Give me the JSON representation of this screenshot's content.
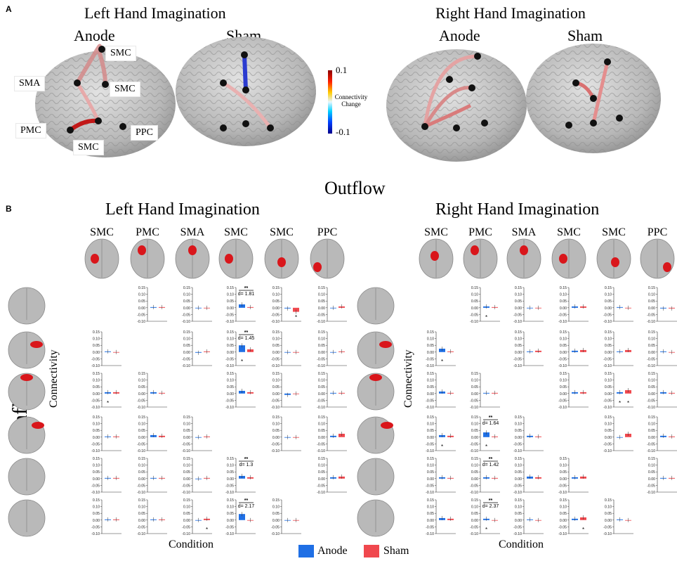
{
  "panelA": {
    "letter": "A",
    "left_title": "Left Hand Imagination",
    "right_title": "Right Hand Imagination",
    "anode_label": "Anode",
    "sham_label": "Sham",
    "regions": {
      "smc_top": "SMC",
      "sma": "SMA",
      "smc_mid": "SMC",
      "pmc": "PMC",
      "ppc": "PPC",
      "smc_bottom": "SMC"
    },
    "colorbar": {
      "max": "0.1",
      "min": "-0.1",
      "label_line1": "Connectivity",
      "label_line2": "Change"
    }
  },
  "panelB": {
    "letter": "B",
    "outflow": "Outflow",
    "inflow": "Inflow",
    "left_title": "Left Hand Imagination",
    "right_title": "Right Hand Imagination",
    "columns": [
      "SMC",
      "PMC",
      "SMA",
      "SMC",
      "SMC",
      "PPC"
    ],
    "ylabel": "Connectivity",
    "xlabel": "Condition",
    "legend": {
      "anode": "Anode",
      "sham": "Sham"
    }
  },
  "colors": {
    "anode": "#1f6fe5",
    "sham": "#f0484e",
    "brain": "#b9b9b9",
    "roi": "#d9161b"
  },
  "chart_data": [
    {
      "type": "bar",
      "title": "Left Hand Imagination",
      "xlabel": "Condition",
      "ylabel": "Connectivity",
      "ylim": [
        -0.1,
        0.15
      ],
      "yticks": [
        "0.15",
        "0.10",
        "0.05",
        "0.00",
        "-0.05",
        "-0.10"
      ],
      "categories": [
        "Anode",
        "Sham"
      ],
      "cells": [
        {
          "row": 0,
          "col": 1,
          "anode": 0.005,
          "sham": 0.005
        },
        {
          "row": 0,
          "col": 2,
          "anode": 0.0,
          "sham": 0.0
        },
        {
          "row": 0,
          "col": 3,
          "anode": 0.025,
          "sham": 0.005,
          "sig": "**",
          "d": "d= 1.81"
        },
        {
          "row": 0,
          "col": 4,
          "anode": -0.005,
          "sham": -0.03,
          "star": "sham"
        },
        {
          "row": 0,
          "col": 5,
          "anode": 0.0,
          "sham": 0.01
        },
        {
          "row": 1,
          "col": 0,
          "anode": 0.005,
          "sham": 0.0
        },
        {
          "row": 1,
          "col": 3,
          "anode": 0.05,
          "sham": 0.02,
          "sig": "**",
          "d": "d= 1.45",
          "star": "anode"
        },
        {
          "row": 1,
          "col": 2,
          "anode": -0.005,
          "sham": 0.005
        },
        {
          "row": 1,
          "col": 4,
          "anode": 0.0,
          "sham": 0.0
        },
        {
          "row": 1,
          "col": 5,
          "anode": 0.0,
          "sham": 0.005
        },
        {
          "row": 2,
          "col": 0,
          "anode": 0.01,
          "sham": 0.01,
          "star": "anode"
        },
        {
          "row": 2,
          "col": 1,
          "anode": 0.01,
          "sham": 0.005
        },
        {
          "row": 2,
          "col": 3,
          "anode": 0.02,
          "sham": 0.01
        },
        {
          "row": 2,
          "col": 4,
          "anode": -0.01,
          "sham": 0.0
        },
        {
          "row": 2,
          "col": 5,
          "anode": 0.005,
          "sham": 0.005
        },
        {
          "row": 3,
          "col": 0,
          "anode": 0.005,
          "sham": 0.005
        },
        {
          "row": 3,
          "col": 1,
          "anode": 0.015,
          "sham": 0.01
        },
        {
          "row": 3,
          "col": 2,
          "anode": 0.0,
          "sham": 0.005
        },
        {
          "row": 3,
          "col": 4,
          "anode": 0.0,
          "sham": 0.0
        },
        {
          "row": 3,
          "col": 5,
          "anode": 0.01,
          "sham": 0.025
        },
        {
          "row": 4,
          "col": 0,
          "anode": 0.005,
          "sham": 0.005
        },
        {
          "row": 4,
          "col": 1,
          "anode": 0.005,
          "sham": 0.005
        },
        {
          "row": 4,
          "col": 2,
          "anode": 0.0,
          "sham": 0.005
        },
        {
          "row": 4,
          "col": 3,
          "anode": 0.02,
          "sham": 0.01,
          "sig": "**",
          "d": "d= 1.3"
        },
        {
          "row": 4,
          "col": 5,
          "anode": 0.01,
          "sham": 0.015
        },
        {
          "row": 5,
          "col": 0,
          "anode": 0.005,
          "sham": 0.005
        },
        {
          "row": 5,
          "col": 1,
          "anode": 0.005,
          "sham": 0.005
        },
        {
          "row": 5,
          "col": 2,
          "anode": 0.0,
          "sham": 0.01,
          "star": "sham"
        },
        {
          "row": 5,
          "col": 3,
          "anode": 0.045,
          "sham": 0.0,
          "sig": "**",
          "d": "d= 2.17"
        },
        {
          "row": 5,
          "col": 4,
          "anode": 0.0,
          "sham": 0.0
        }
      ]
    },
    {
      "type": "bar",
      "title": "Right Hand Imagination",
      "xlabel": "Condition",
      "ylabel": "Connectivity",
      "ylim": [
        -0.1,
        0.15
      ],
      "yticks": [
        "0.15",
        "0.10",
        "0.05",
        "0.00",
        "-0.05",
        "-0.10"
      ],
      "categories": [
        "Anode",
        "Sham"
      ],
      "cells": [
        {
          "row": 0,
          "col": 1,
          "anode": 0.01,
          "sham": 0.005,
          "star": "anode"
        },
        {
          "row": 0,
          "col": 2,
          "anode": 0.0,
          "sham": 0.0
        },
        {
          "row": 0,
          "col": 3,
          "anode": 0.01,
          "sham": 0.01
        },
        {
          "row": 0,
          "col": 4,
          "anode": 0.005,
          "sham": 0.0
        },
        {
          "row": 0,
          "col": 5,
          "anode": -0.005,
          "sham": -0.005
        },
        {
          "row": 1,
          "col": 0,
          "anode": 0.025,
          "sham": 0.005,
          "star": "anode"
        },
        {
          "row": 1,
          "col": 2,
          "anode": 0.005,
          "sham": 0.01
        },
        {
          "row": 1,
          "col": 3,
          "anode": 0.01,
          "sham": 0.015
        },
        {
          "row": 1,
          "col": 4,
          "anode": 0.005,
          "sham": 0.015
        },
        {
          "row": 1,
          "col": 5,
          "anode": 0.005,
          "sham": 0.0
        },
        {
          "row": 2,
          "col": 0,
          "anode": 0.015,
          "sham": 0.005
        },
        {
          "row": 2,
          "col": 1,
          "anode": 0.005,
          "sham": 0.005
        },
        {
          "row": 2,
          "col": 3,
          "anode": 0.01,
          "sham": 0.01
        },
        {
          "row": 2,
          "col": 4,
          "anode": 0.01,
          "sham": 0.025,
          "star": "both"
        },
        {
          "row": 2,
          "col": 5,
          "anode": 0.01,
          "sham": 0.005
        },
        {
          "row": 3,
          "col": 0,
          "anode": 0.015,
          "sham": 0.01,
          "star": "anode"
        },
        {
          "row": 3,
          "col": 1,
          "anode": 0.035,
          "sham": 0.005,
          "sig": "**",
          "d": "d= 1.64",
          "star": "anode"
        },
        {
          "row": 3,
          "col": 2,
          "anode": 0.01,
          "sham": 0.005
        },
        {
          "row": 3,
          "col": 4,
          "anode": 0.0,
          "sham": 0.025
        },
        {
          "row": 3,
          "col": 5,
          "anode": 0.01,
          "sham": 0.005
        },
        {
          "row": 4,
          "col": 0,
          "anode": 0.01,
          "sham": 0.005
        },
        {
          "row": 4,
          "col": 1,
          "anode": 0.01,
          "sham": 0.005,
          "sig": "**",
          "d": "d= 1.42"
        },
        {
          "row": 4,
          "col": 2,
          "anode": 0.015,
          "sham": 0.01
        },
        {
          "row": 4,
          "col": 3,
          "anode": 0.01,
          "sham": 0.015
        },
        {
          "row": 4,
          "col": 5,
          "anode": 0.005,
          "sham": 0.005
        },
        {
          "row": 5,
          "col": 0,
          "anode": 0.015,
          "sham": 0.01
        },
        {
          "row": 5,
          "col": 1,
          "anode": 0.01,
          "sham": 0.0,
          "sig": "**",
          "d": "d= 2.37",
          "star": "anode"
        },
        {
          "row": 5,
          "col": 2,
          "anode": 0.005,
          "sham": 0.0
        },
        {
          "row": 5,
          "col": 3,
          "anode": 0.01,
          "sham": 0.02,
          "star": "sham"
        },
        {
          "row": 5,
          "col": 4,
          "anode": 0.005,
          "sham": 0.0
        }
      ]
    }
  ]
}
